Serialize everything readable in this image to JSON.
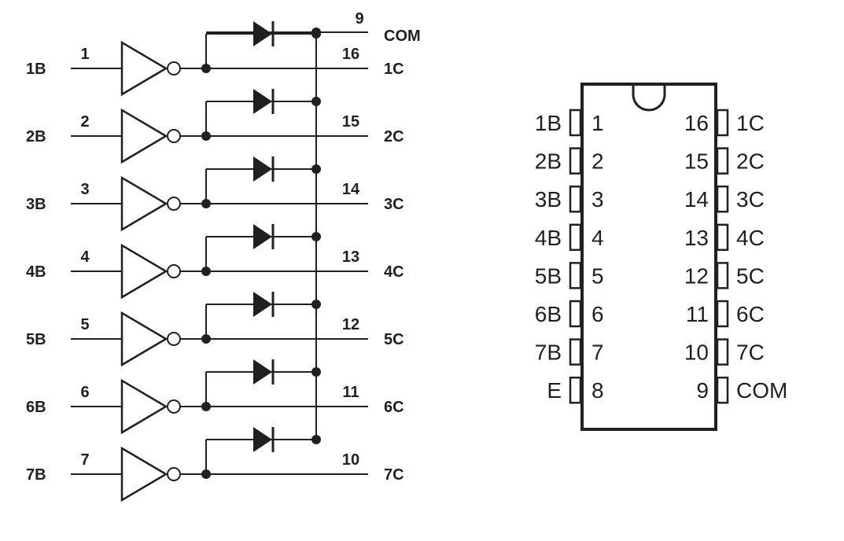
{
  "schematic": {
    "channels": [
      {
        "input_label": "1B",
        "input_pin": "1",
        "output_label": "1C",
        "output_pin": "16"
      },
      {
        "input_label": "2B",
        "input_pin": "2",
        "output_label": "2C",
        "output_pin": "15"
      },
      {
        "input_label": "3B",
        "input_pin": "3",
        "output_label": "3C",
        "output_pin": "14"
      },
      {
        "input_label": "4B",
        "input_pin": "4",
        "output_label": "4C",
        "output_pin": "13"
      },
      {
        "input_label": "5B",
        "input_pin": "5",
        "output_label": "5C",
        "output_pin": "12"
      },
      {
        "input_label": "6B",
        "input_pin": "6",
        "output_label": "6C",
        "output_pin": "11"
      },
      {
        "input_label": "7B",
        "input_pin": "7",
        "output_label": "7C",
        "output_pin": "10"
      }
    ],
    "com_pin": "9",
    "com_label": "COM"
  },
  "package": {
    "left_pins": [
      {
        "name": "1B",
        "num": "1"
      },
      {
        "name": "2B",
        "num": "2"
      },
      {
        "name": "3B",
        "num": "3"
      },
      {
        "name": "4B",
        "num": "4"
      },
      {
        "name": "5B",
        "num": "5"
      },
      {
        "name": "6B",
        "num": "6"
      },
      {
        "name": "7B",
        "num": "7"
      },
      {
        "name": "E",
        "num": "8"
      }
    ],
    "right_pins": [
      {
        "name": "1C",
        "num": "16"
      },
      {
        "name": "2C",
        "num": "15"
      },
      {
        "name": "3C",
        "num": "14"
      },
      {
        "name": "4C",
        "num": "13"
      },
      {
        "name": "5C",
        "num": "12"
      },
      {
        "name": "6C",
        "num": "11"
      },
      {
        "name": "7C",
        "num": "10"
      },
      {
        "name": "COM",
        "num": "9"
      }
    ]
  },
  "colors": {
    "ink": "#231f20",
    "background": "#ffffff"
  }
}
